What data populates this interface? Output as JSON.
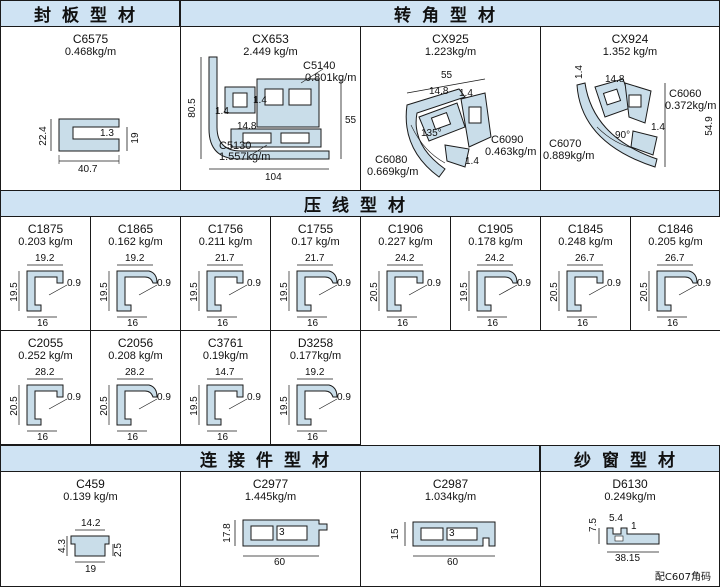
{
  "sections": {
    "seal": "封板型材",
    "corner": "转角型材",
    "bead": "压线型材",
    "connector": "连接件型材",
    "screen": "纱窗型材"
  },
  "seal_profiles": [
    {
      "code": "C6575",
      "weight": "0.468kg/m",
      "dims": [
        "22.4",
        "1.3",
        "19",
        "40.7"
      ]
    }
  ],
  "corner_profiles": [
    {
      "code": "CX653",
      "weight": "2.449 kg/m",
      "dims": [
        "80.5",
        "55",
        "104",
        "1.4",
        "14.8",
        "1.4"
      ],
      "sub": [
        {
          "code": "C5140",
          "weight": "0.801kg/m"
        },
        {
          "code": "C5130",
          "weight": "1.557kg/m"
        }
      ]
    },
    {
      "code": "CX925",
      "weight": "1.223kg/m",
      "dims": [
        "55",
        "14.8",
        "1.4",
        "135°",
        "1.4"
      ],
      "sub": [
        {
          "code": "C6090",
          "weight": "0.463kg/m"
        },
        {
          "code": "C6080",
          "weight": "0.669kg/m"
        }
      ]
    },
    {
      "code": "CX924",
      "weight": "1.352 kg/m",
      "dims": [
        "1.4",
        "14.8",
        "90°",
        "1.4",
        "54.9"
      ],
      "sub": [
        {
          "code": "C6060",
          "weight": "0.372kg/m"
        },
        {
          "code": "C6070",
          "weight": "0.889kg/m"
        }
      ]
    }
  ],
  "bead_profiles_row1": [
    {
      "code": "C1875",
      "weight": "0.203 kg/m",
      "w": "19.2",
      "h": "19.5",
      "b": "16",
      "t": "0.9"
    },
    {
      "code": "C1865",
      "weight": "0.162 kg/m",
      "w": "19.2",
      "h": "19.5",
      "b": "16",
      "t": "0.9"
    },
    {
      "code": "C1756",
      "weight": "0.211 kg/m",
      "w": "21.7",
      "h": "19.5",
      "b": "16",
      "t": "0.9"
    },
    {
      "code": "C1755",
      "weight": "0.17 kg/m",
      "w": "21.7",
      "h": "19.5",
      "b": "16",
      "t": "0.9"
    },
    {
      "code": "C1906",
      "weight": "0.227 kg/m",
      "w": "24.2",
      "h": "20.5",
      "b": "16",
      "t": "0.9"
    },
    {
      "code": "C1905",
      "weight": "0.178 kg/m",
      "w": "24.2",
      "h": "19.5",
      "b": "16",
      "t": "0.9"
    },
    {
      "code": "C1845",
      "weight": "0.248 kg/m",
      "w": "26.7",
      "h": "20.5",
      "b": "16",
      "t": "0.9"
    },
    {
      "code": "C1846",
      "weight": "0.205 kg/m",
      "w": "26.7",
      "h": "20.5",
      "b": "16",
      "t": "0.9"
    }
  ],
  "bead_profiles_row2": [
    {
      "code": "C2055",
      "weight": "0.252 kg/m",
      "w": "28.2",
      "h": "20.5",
      "b": "16",
      "t": "0.9"
    },
    {
      "code": "C2056",
      "weight": "0.208 kg/m",
      "w": "28.2",
      "h": "20.5",
      "b": "16",
      "t": "0.9"
    },
    {
      "code": "C3761",
      "weight": "0.19kg/m",
      "w": "14.7",
      "h": "19.5",
      "b": "16",
      "t": "0.9"
    },
    {
      "code": "D3258",
      "weight": "0.177kg/m",
      "w": "19.2",
      "h": "19.5",
      "b": "16",
      "t": "0.9"
    }
  ],
  "connector_profiles": [
    {
      "code": "C459",
      "weight": "0.139 kg/m",
      "dims": [
        "14.2",
        "4.3",
        "19",
        "2.5"
      ]
    },
    {
      "code": "C2977",
      "weight": "1.445kg/m",
      "dims": [
        "17.8",
        "3",
        "60"
      ]
    },
    {
      "code": "C2987",
      "weight": "1.034kg/m",
      "dims": [
        "15",
        "3",
        "60"
      ]
    }
  ],
  "screen_profiles": [
    {
      "code": "D6130",
      "weight": "0.249kg/m",
      "dims": [
        "7.5",
        "5.4",
        "1",
        "38.15"
      ]
    }
  ],
  "footnote": "配C607角码",
  "colors": {
    "header_bg": "#cfe3f3",
    "profile_fill": "#c9dde9",
    "line": "#1a1a1a"
  }
}
